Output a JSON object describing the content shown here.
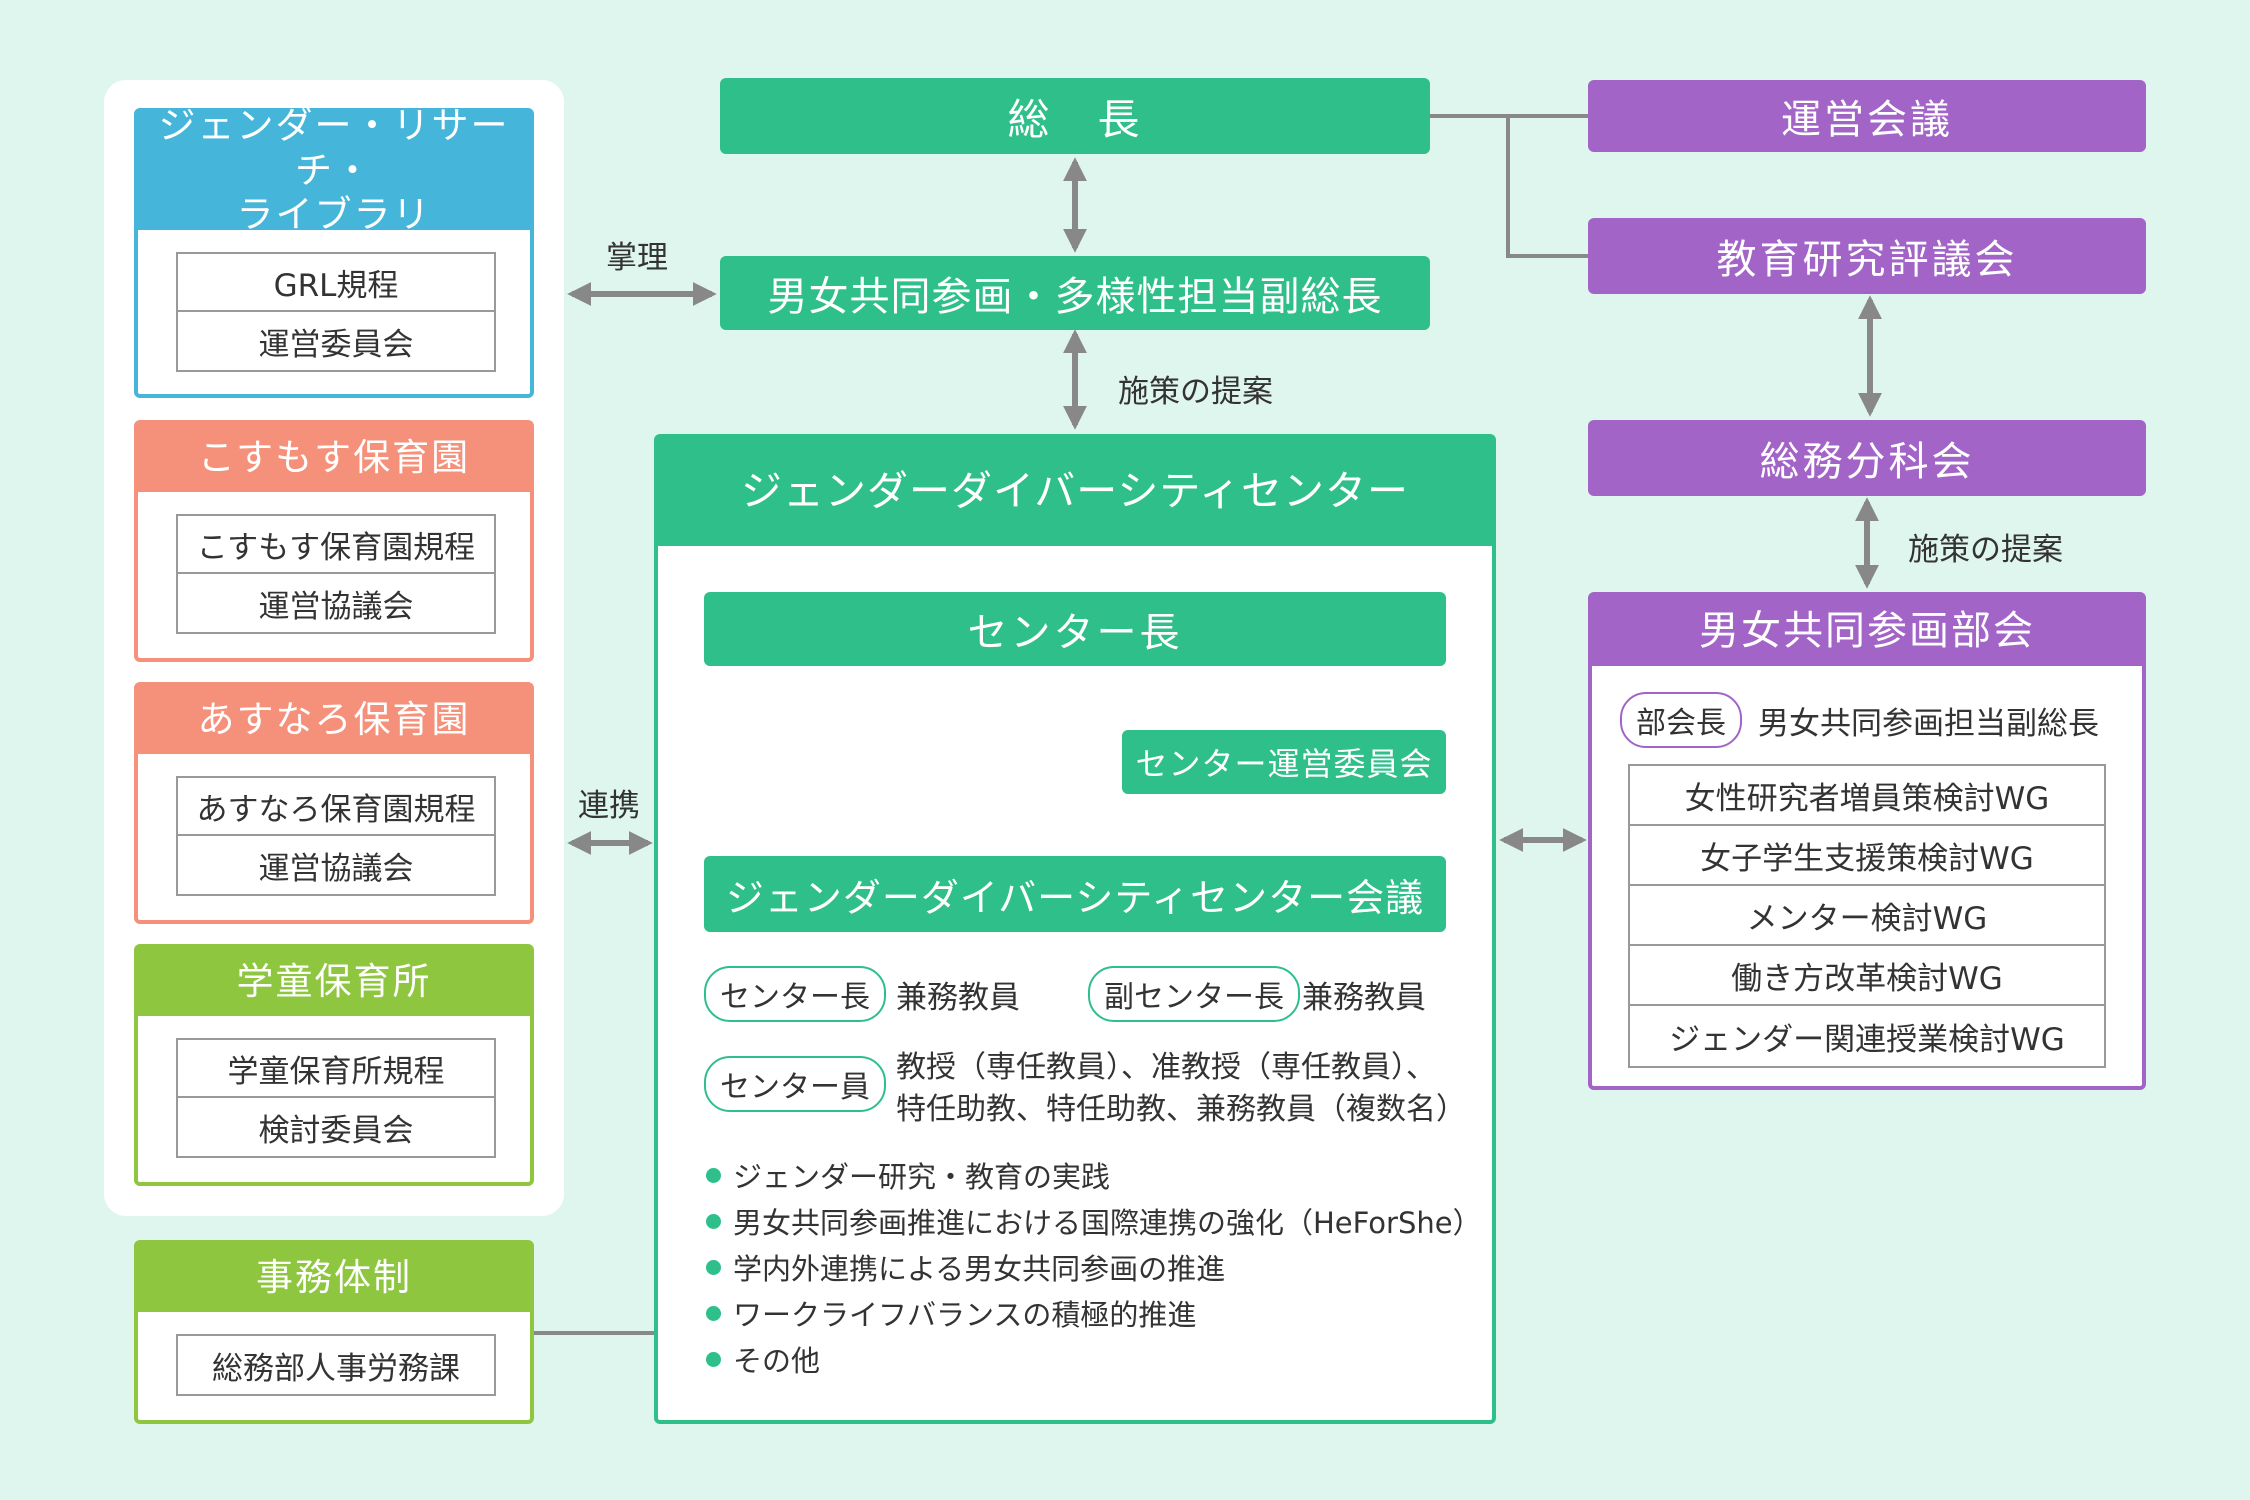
{
  "colors": {
    "background": "#dff6ef",
    "green": "#2ebf8b",
    "purple": "#a364c8",
    "blue": "#45b5da",
    "orange": "#f5917a",
    "lime": "#8ec63f",
    "connector": "#888888"
  },
  "top": {
    "president": "総　長",
    "vice_president": "男女共同参画・多様性担当副総長",
    "policy_proposal": "施策の提案",
    "manage_label": "掌理",
    "collab_label": "連携"
  },
  "left": {
    "library": {
      "title_line1": "ジェンダー・リサーチ・",
      "title_line2": "ライブラリ",
      "items": [
        "GRL規程",
        "運営委員会"
      ]
    },
    "kosumosu": {
      "title": "こすもす保育園",
      "items": [
        "こすもす保育園規程",
        "運営協議会"
      ]
    },
    "asunaro": {
      "title": "あすなろ保育園",
      "items": [
        "あすなろ保育園規程",
        "運営協議会"
      ]
    },
    "gakudo": {
      "title": "学童保育所",
      "items": [
        "学童保育所規程",
        "検討委員会"
      ]
    },
    "office": {
      "title": "事務体制",
      "items": [
        "総務部人事労務課"
      ]
    }
  },
  "center": {
    "title": "ジェンダーダイバーシティセンター",
    "director": "センター長",
    "steering": "センター運営委員会",
    "council": "ジェンダーダイバーシティセンター会議",
    "role_director": "センター長",
    "role_director_value": "兼務教員",
    "role_vice": "副センター長",
    "role_vice_value": "兼務教員",
    "role_member": "センター員",
    "role_member_line1": "教授（専任教員）、准教授（専任教員）、",
    "role_member_line2": "特任助教、特任助教、兼務教員（複数名）",
    "activities": [
      "ジェンダー研究・教育の実践",
      "男女共同参画推進における国際連携の強化（HeForShe）",
      "学内外連携による男女共同参画の推進",
      "ワークライフバランスの積極的推進",
      "その他"
    ]
  },
  "right": {
    "management_council": "運営会議",
    "education_council": "教育研究評議会",
    "general_affairs": "総務分科会",
    "policy_proposal": "施策の提案",
    "committee": {
      "title": "男女共同参画部会",
      "chair_label": "部会長",
      "chair_value": "男女共同参画担当副総長",
      "working_groups": [
        "女性研究者増員策検討WG",
        "女子学生支援策検討WG",
        "メンター検討WG",
        "働き方改革検討WG",
        "ジェンダー関連授業検討WG"
      ]
    }
  }
}
